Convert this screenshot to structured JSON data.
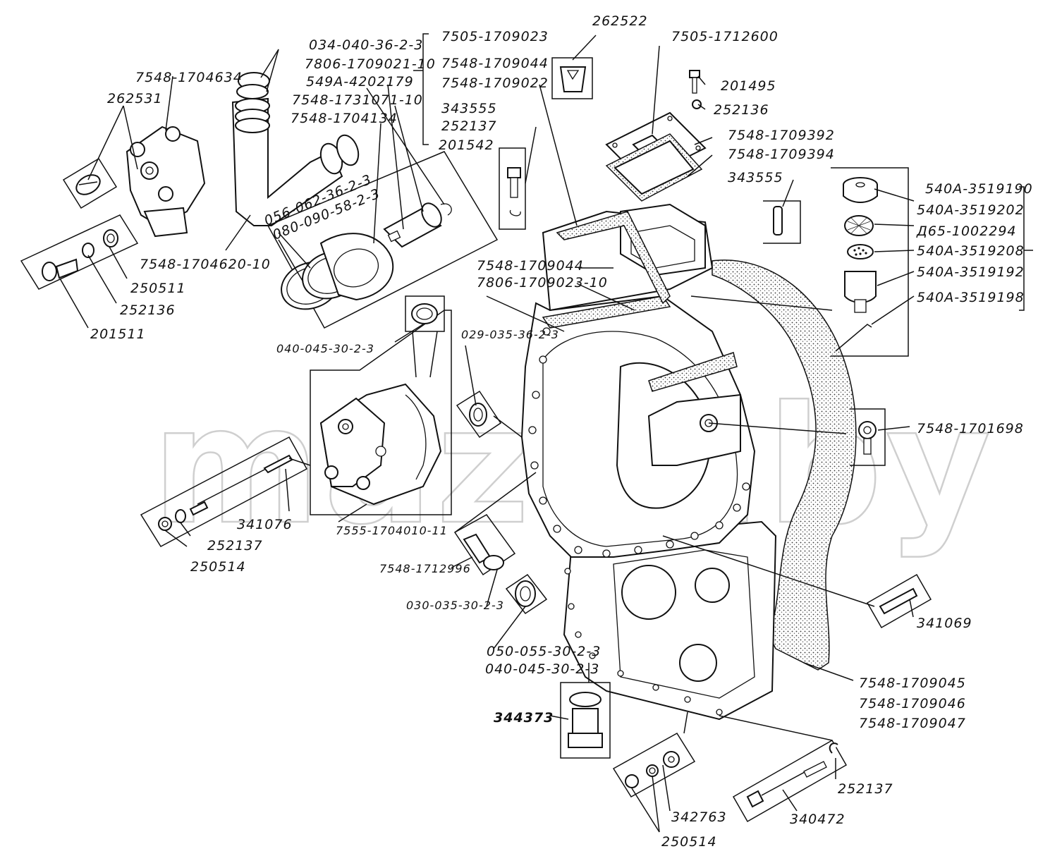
{
  "watermark": "mazik.by",
  "labels": {
    "l_262531": "262531",
    "l_7548_1704634": "7548-1704634",
    "l_034_040": "034-040-36-2-3",
    "l_7806_1709021": "7806-1709021-10",
    "l_549A": "549A-4202179",
    "l_7548_1731071": "7548-1731071-10",
    "l_7548_1704134": "7548-1704134",
    "l_7505_1709023": "7505-1709023",
    "l_7548_1709044a": "7548-1709044",
    "l_7548_1709022": "7548-1709022",
    "l_343555a": "343555",
    "l_252137a": "252137",
    "l_201542": "201542",
    "l_262522": "262522",
    "l_7505_1712600": "7505-1712600",
    "l_201495": "201495",
    "l_252136a": "252136",
    "l_7548_1709392": "7548-1709392",
    "l_7548_1709394": "7548-1709394",
    "l_343555b": "343555",
    "l_540A_3519190": "540A-3519190",
    "l_540A_3519202": "540A-3519202",
    "l_D65": "Д65-1002294",
    "l_540A_3519208": "540A-3519208",
    "l_540A_3519192": "540A-3519192",
    "l_540A_3519198": "540A-3519198",
    "l_056_062": "056-062-36-2-3",
    "l_080_090": "080-090-58-2-3",
    "l_7548_1704620": "7548-1704620-10",
    "l_250511": "250511",
    "l_252136b": "252136",
    "l_201511": "201511",
    "l_7548_1709044b": "7548-1709044",
    "l_7806_1709023": "7806-1709023-10",
    "l_029_035": "029-035-36-2-3",
    "l_040_045a": "040-045-30-2-3",
    "l_7548_1701698": "7548-1701698",
    "l_341076": "341076",
    "l_252137b": "252137",
    "l_250514a": "250514",
    "l_7555_1704010": "7555-1704010-11",
    "l_7548_1712996": "7548-1712996",
    "l_030_035": "030-035-30-2-3",
    "l_341069": "341069",
    "l_050_055": "050-055-30-2-3",
    "l_040_045b": "040-045-30-2-3",
    "l_344373": "344373",
    "l_7548_1709045": "7548-1709045",
    "l_7548_1709046": "7548-1709046",
    "l_7548_1709047": "7548-1709047",
    "l_252137c": "252137",
    "l_340472": "340472",
    "l_342763": "342763",
    "l_250514b": "250514"
  }
}
